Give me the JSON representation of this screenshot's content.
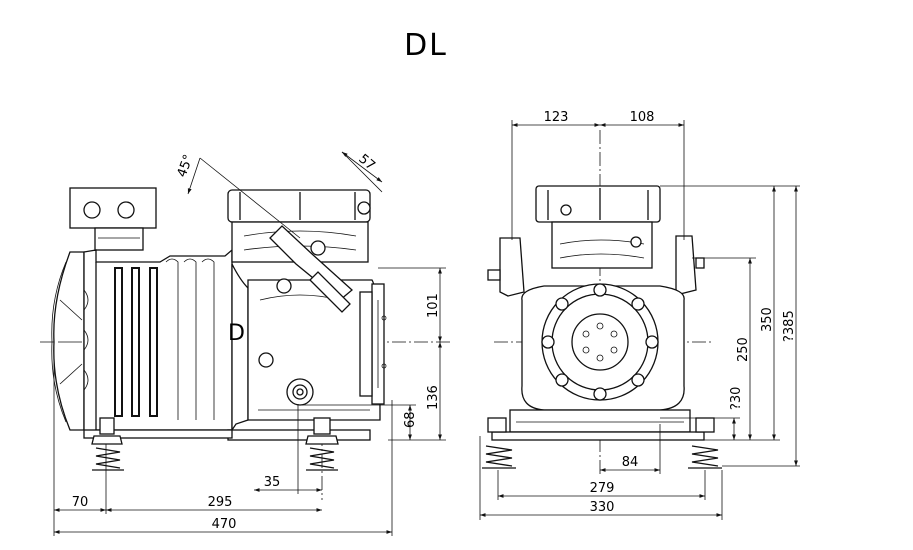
{
  "title": "DL",
  "side_view": {
    "label": "D",
    "dims": {
      "angle": "45°",
      "d57": "57",
      "d101": "101",
      "d136": "136",
      "d68": "68",
      "d35": "35",
      "d70": "70",
      "d295": "295",
      "d470": "470"
    }
  },
  "front_view": {
    "dims": {
      "d123": "123",
      "d108": "108",
      "d250": "250",
      "d230": "?30",
      "d350": "350",
      "d385": "?385",
      "d84": "84",
      "d279": "279",
      "d330": "330"
    }
  }
}
